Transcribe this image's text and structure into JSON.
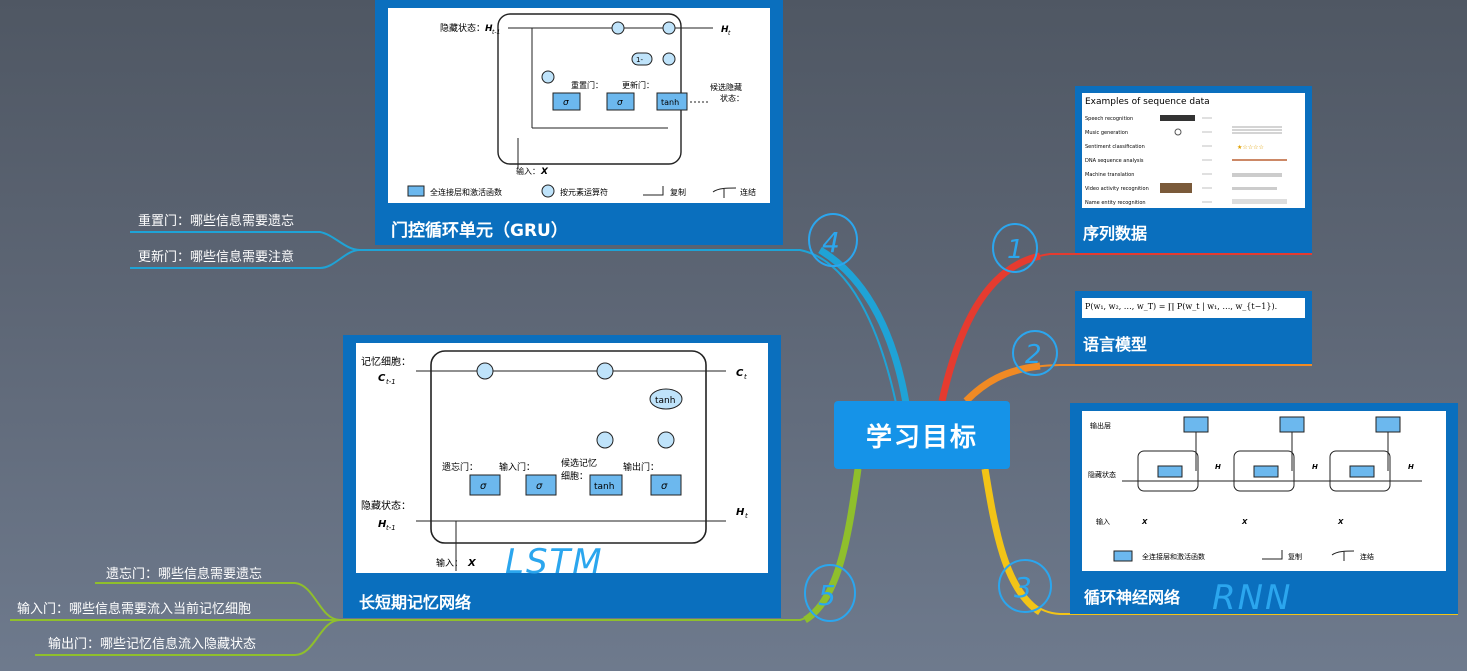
{
  "center_topic": "学习目标",
  "nodes": {
    "seq": {
      "title": "序列数据",
      "sample_title": "Examples of sequence data",
      "rows": [
        "Speech recognition",
        "Music generation",
        "Sentiment classification",
        "DNA sequence analysis",
        "Machine translation",
        "Video activity recognition",
        "Name entity recognition"
      ]
    },
    "lm": {
      "title": "语言模型",
      "formula": "P(w₁, w₂, …, w_T) = ∏ P(w_t | w₁, …, w_{t−1})."
    },
    "rnn": {
      "title": "循环神经网络",
      "handwriting": "RNN",
      "circle_mark": "3",
      "labels": {
        "output": "输出层",
        "hidden": "隐藏状态",
        "input": "输入",
        "legend_fc": "全连接层和激活函数",
        "legend_copy": "复制",
        "legend_concat": "连结"
      }
    },
    "gru": {
      "title": "门控循环单元（GRU）",
      "circle_mark": "4",
      "children": [
        "重置门：哪些信息需要遗忘",
        "更新门：哪些信息需要注意"
      ],
      "labels": {
        "hidden": "隐藏状态：",
        "reset": "重置门：",
        "update": "更新门：",
        "candidate": "候选隐藏",
        "state": "状态：",
        "input": "输入：",
        "legend_fc": "全连接层和激活函数",
        "legend_elem": "按元素运算符",
        "legend_copy": "复制",
        "legend_concat": "连结"
      }
    },
    "lstm": {
      "title": "长短期记忆网络",
      "handwriting": "LSTM",
      "circle_mark": "5",
      "children": [
        "遗忘门：哪些信息需要遗忘",
        "输入门：哪些信息需要流入当前记忆细胞",
        "输出门：哪些记忆信息流入隐藏状态"
      ],
      "labels": {
        "cell": "记忆细胞：",
        "forget": "遗忘门：",
        "input_gate": "输入门：",
        "candidate": "候选记忆",
        "cell2": "细胞：",
        "output_gate": "输出门：",
        "hidden": "隐藏状态：",
        "input": "输入："
      }
    }
  },
  "circle_marks": {
    "one": "1",
    "two": "2"
  },
  "colors": {
    "card": "#0a6fbe",
    "center": "#1593e8",
    "branch_gru": "#1fa3d6",
    "branch_lstm": "#8fbf2c",
    "branch_seq": "#e53b2f",
    "branch_lm": "#f08a24",
    "branch_rnn": "#f2c417",
    "pen": "#2ba6ee"
  }
}
